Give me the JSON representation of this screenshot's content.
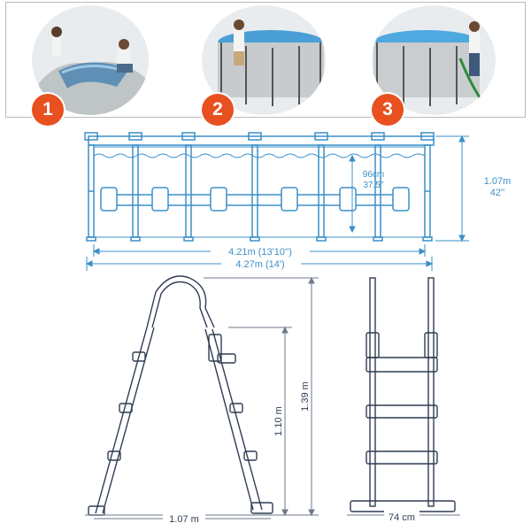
{
  "steps": [
    {
      "number": "1"
    },
    {
      "number": "2"
    },
    {
      "number": "3"
    }
  ],
  "pool_diagram": {
    "inner_diameter": "4.21m (13'10'')",
    "outer_diameter": "4.27m (14')",
    "water_height_m": "96cm",
    "water_height_in": "37.5''",
    "height_m": "1.07m",
    "height_in": "42''",
    "line_color": "#3b8fc8"
  },
  "ladder_side": {
    "base_width": "1.07 m",
    "platform_height": "1.10 m",
    "total_height": "1.39 m"
  },
  "ladder_front": {
    "width": "74 cm"
  },
  "colors": {
    "badge": "#e8501f",
    "pool_blue": "#3b8fc8",
    "ladder_line": "#2f3c52",
    "dimension_line": "#6e7a88"
  }
}
